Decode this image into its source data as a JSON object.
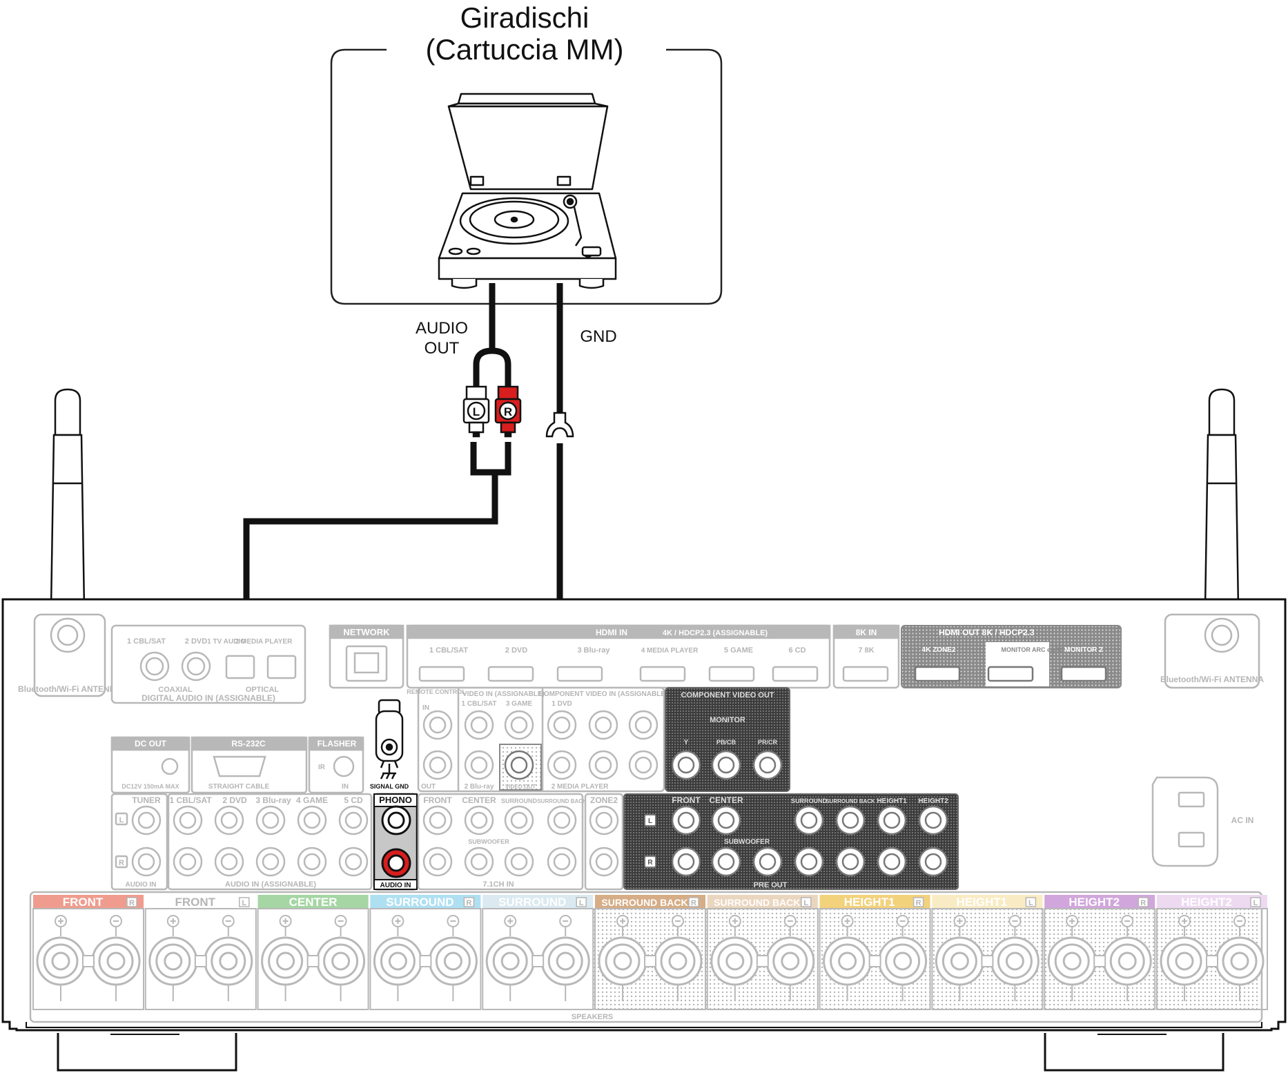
{
  "title": {
    "line1": "Giradischi",
    "line2": "(Cartuccia MM)"
  },
  "cables": {
    "audio_out_l1": "AUDIO",
    "audio_out_l2": "OUT",
    "gnd": "GND",
    "plug_l": "L",
    "plug_r": "R"
  },
  "receiver": {
    "antenna_left": "Bluetooth/Wi-Fi ANTENNA",
    "antenna_right": "Bluetooth/Wi-Fi ANTENNA",
    "digital_audio_in": "DIGITAL AUDIO IN (ASSIGNABLE)",
    "coaxial": "COAXIAL",
    "optical": "OPTICAL",
    "coax_1": "1 CBL/SAT",
    "coax_2": "2 DVD",
    "opt_1": "1 TV AUDIO",
    "opt_2": "2 MEDIA PLAYER",
    "network": "NETWORK",
    "hdmi_in": "HDMI IN",
    "hdmi_in_spec": "4K / HDCP2.3 (ASSIGNABLE)",
    "hdmi_inputs": [
      "1 CBL/SAT",
      "2 DVD",
      "3 Blu-ray",
      "4 MEDIA PLAYER",
      "5 GAME",
      "6 CD"
    ],
    "hdmi_8k_in": "8K IN",
    "hdmi_8k_input": "7 8K",
    "hdmi_out": "HDMI OUT 8K / HDCP2.3",
    "hdmi_out_4k": "4K ZONE2",
    "hdmi_out_mon": "MONITOR ARC eARC",
    "hdmi_out_mon2": "MONITOR 2",
    "remote_control": "REMOTE CONTROL",
    "remote_in": "IN",
    "remote_out": "OUT",
    "video_in": "VIDEO IN (ASSIGNABLE)",
    "video_in_1": "1 CBL/SAT",
    "video_in_3": "3 GAME",
    "video_in_2": "2 Blu-ray",
    "video_out": "VIDEO OUT",
    "component_in": "COMPONENT VIDEO IN (ASSIGNABLE)",
    "component_in_1": "1 DVD",
    "component_in_2": "2 MEDIA PLAYER",
    "component_out": "COMPONENT VIDEO OUT",
    "monitor": "MONITOR",
    "comp_y": "Y",
    "comp_pb": "PB/CB",
    "comp_pr": "PR/CR",
    "dc_out": "DC OUT",
    "dc_spec": "DC12V 150mA MAX",
    "rs232c": "RS-232C",
    "straight_cable": "STRAIGHT CABLE",
    "flasher": "FLASHER",
    "flasher_ir": "IR",
    "flasher_in": "IN",
    "signal_gnd": "SIGNAL GND",
    "audio_in": "AUDIO IN (ASSIGNABLE)",
    "audio_in_short": "AUDIO IN",
    "audio_inputs": [
      "TUNER",
      "1 CBL/SAT",
      "2 DVD",
      "3 Blu-ray",
      "4 GAME",
      "5 CD"
    ],
    "phono": "PHONO",
    "phono_audio_in": "AUDIO IN",
    "multich_in": "7.1CH IN",
    "multich_labels": [
      "FRONT",
      "CENTER",
      "SURROUND",
      "SURROUND BACK"
    ],
    "subwoofer": "SUBWOOFER",
    "zone2": "ZONE2",
    "pre_out": "PRE OUT",
    "pre_out_labels": [
      "FRONT",
      "CENTER",
      "SURROUND",
      "SURROUND BACK",
      "HEIGHT1",
      "HEIGHT2"
    ],
    "channel_l": "L",
    "channel_r": "R",
    "ac_in": "AC IN",
    "speakers": "SPEAKERS",
    "speaker_terminals": [
      {
        "label": "FRONT",
        "side": "R",
        "color": "#ef9c8e"
      },
      {
        "label": "FRONT",
        "side": "L",
        "color": "#ffffff"
      },
      {
        "label": "CENTER",
        "side": "",
        "color": "#a5d6a3"
      },
      {
        "label": "SURROUND",
        "side": "R",
        "color": "#aee0f2"
      },
      {
        "label": "SURROUND",
        "side": "L",
        "color": "#dbe9f0"
      },
      {
        "label": "SURROUND BACK",
        "side": "R",
        "color": "#d6ad86"
      },
      {
        "label": "SURROUND BACK",
        "side": "L",
        "color": "#ead6be"
      },
      {
        "label": "HEIGHT1",
        "side": "R",
        "color": "#f3d27c"
      },
      {
        "label": "HEIGHT1",
        "side": "L",
        "color": "#f9ecc4"
      },
      {
        "label": "HEIGHT2",
        "side": "R",
        "color": "#d1a6dc"
      },
      {
        "label": "HEIGHT2",
        "side": "L",
        "color": "#eddaf1"
      }
    ]
  },
  "colors": {
    "panel_gray": "#b8b8b8",
    "dark_section": "#555555",
    "cable": "#111111",
    "red_plug": "#d81e1e"
  }
}
